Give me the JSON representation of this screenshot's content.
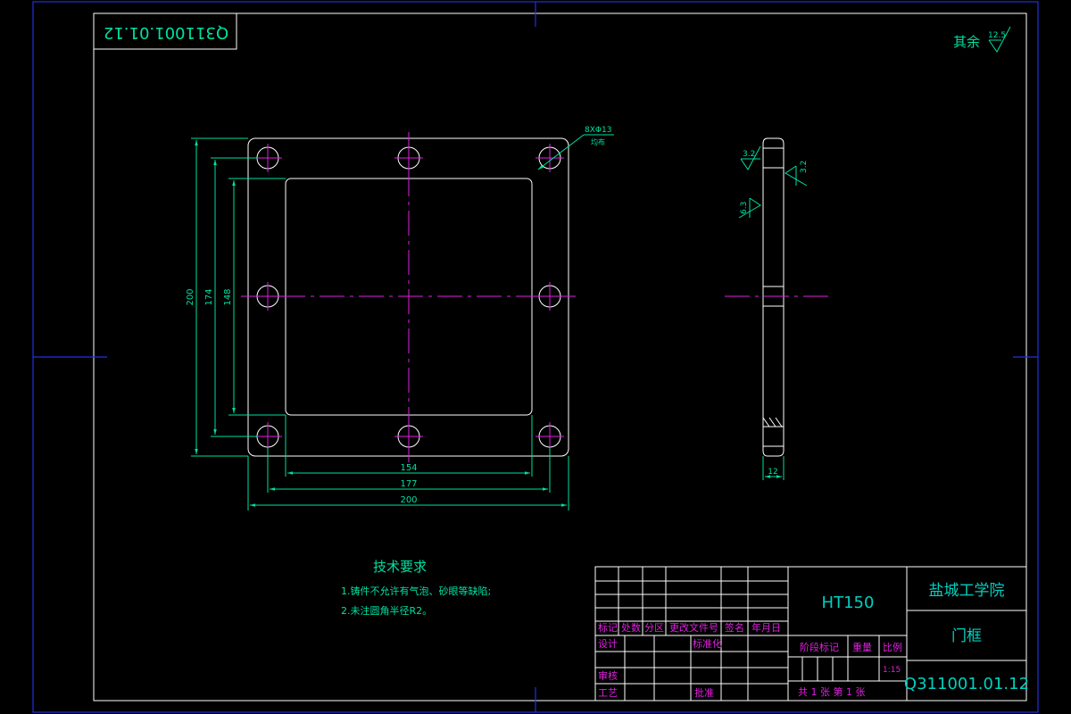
{
  "drawing_number": "Q311001.01.12",
  "surface_finish": {
    "label": "其余",
    "value": "12.5"
  },
  "hole_callout": {
    "spec": "8XΦ13",
    "note": "均布"
  },
  "side_roughness": [
    "3.2",
    "3.2",
    "6.3"
  ],
  "dimensions": {
    "width_outer": "200",
    "width_hole_pitch": "177",
    "width_inner": "154",
    "height_outer": "200",
    "height_hole_pitch": "174",
    "height_inner": "148",
    "thickness": "12"
  },
  "tech_requirements": {
    "title": "技术要求",
    "items": [
      "1.铸件不允许有气泡、砂眼等缺陷;",
      "2.未注圆角半径R2。"
    ]
  },
  "title_block": {
    "material": "HT150",
    "organization": "盐城工学院",
    "part_name": "门框",
    "drawing_number": "Q311001.01.12",
    "scale": "1:15",
    "sheets": "共 1 张 第 1 张",
    "headers": [
      "标记",
      "处数",
      "分区",
      "更改文件号",
      "签名",
      "年月日"
    ],
    "label_design": "设计",
    "label_standard": "标准化",
    "label_review": "审核",
    "label_process": "工艺",
    "label_approve": "批准",
    "label_stage": "阶段标记",
    "label_weight": "重量",
    "label_scale": "比例"
  },
  "colors": {
    "outline": "#ffffff",
    "dimension": "#00e0a0",
    "centerline": "#e020e0",
    "frame": "#2030e0",
    "title_text": "#00d0c0"
  }
}
